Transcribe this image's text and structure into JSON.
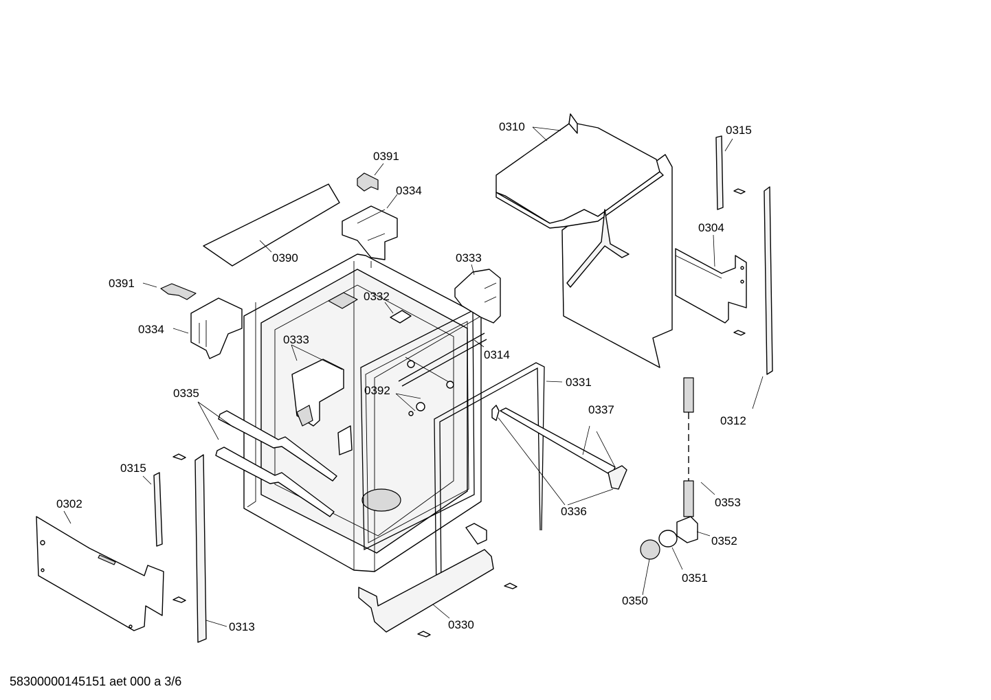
{
  "footer": {
    "text": "58300000145151 aet 000 a 3/6"
  },
  "labels": {
    "l0310": "0310",
    "l0315a": "0315",
    "l0391a": "0391",
    "l0334a": "0334",
    "l0304": "0304",
    "l0390": "0390",
    "l0333a": "0333",
    "l0391b": "0391",
    "l0332": "0332",
    "l0334b": "0334",
    "l0333b": "0333",
    "l0314": "0314",
    "l0331": "0331",
    "l0392": "0392",
    "l0335": "0335",
    "l0337": "0337",
    "l0312": "0312",
    "l0315b": "0315",
    "l0302": "0302",
    "l0353": "0353",
    "l0336": "0336",
    "l0352": "0352",
    "l0351": "0351",
    "l0350": "0350",
    "l0313": "0313",
    "l0330": "0330"
  }
}
